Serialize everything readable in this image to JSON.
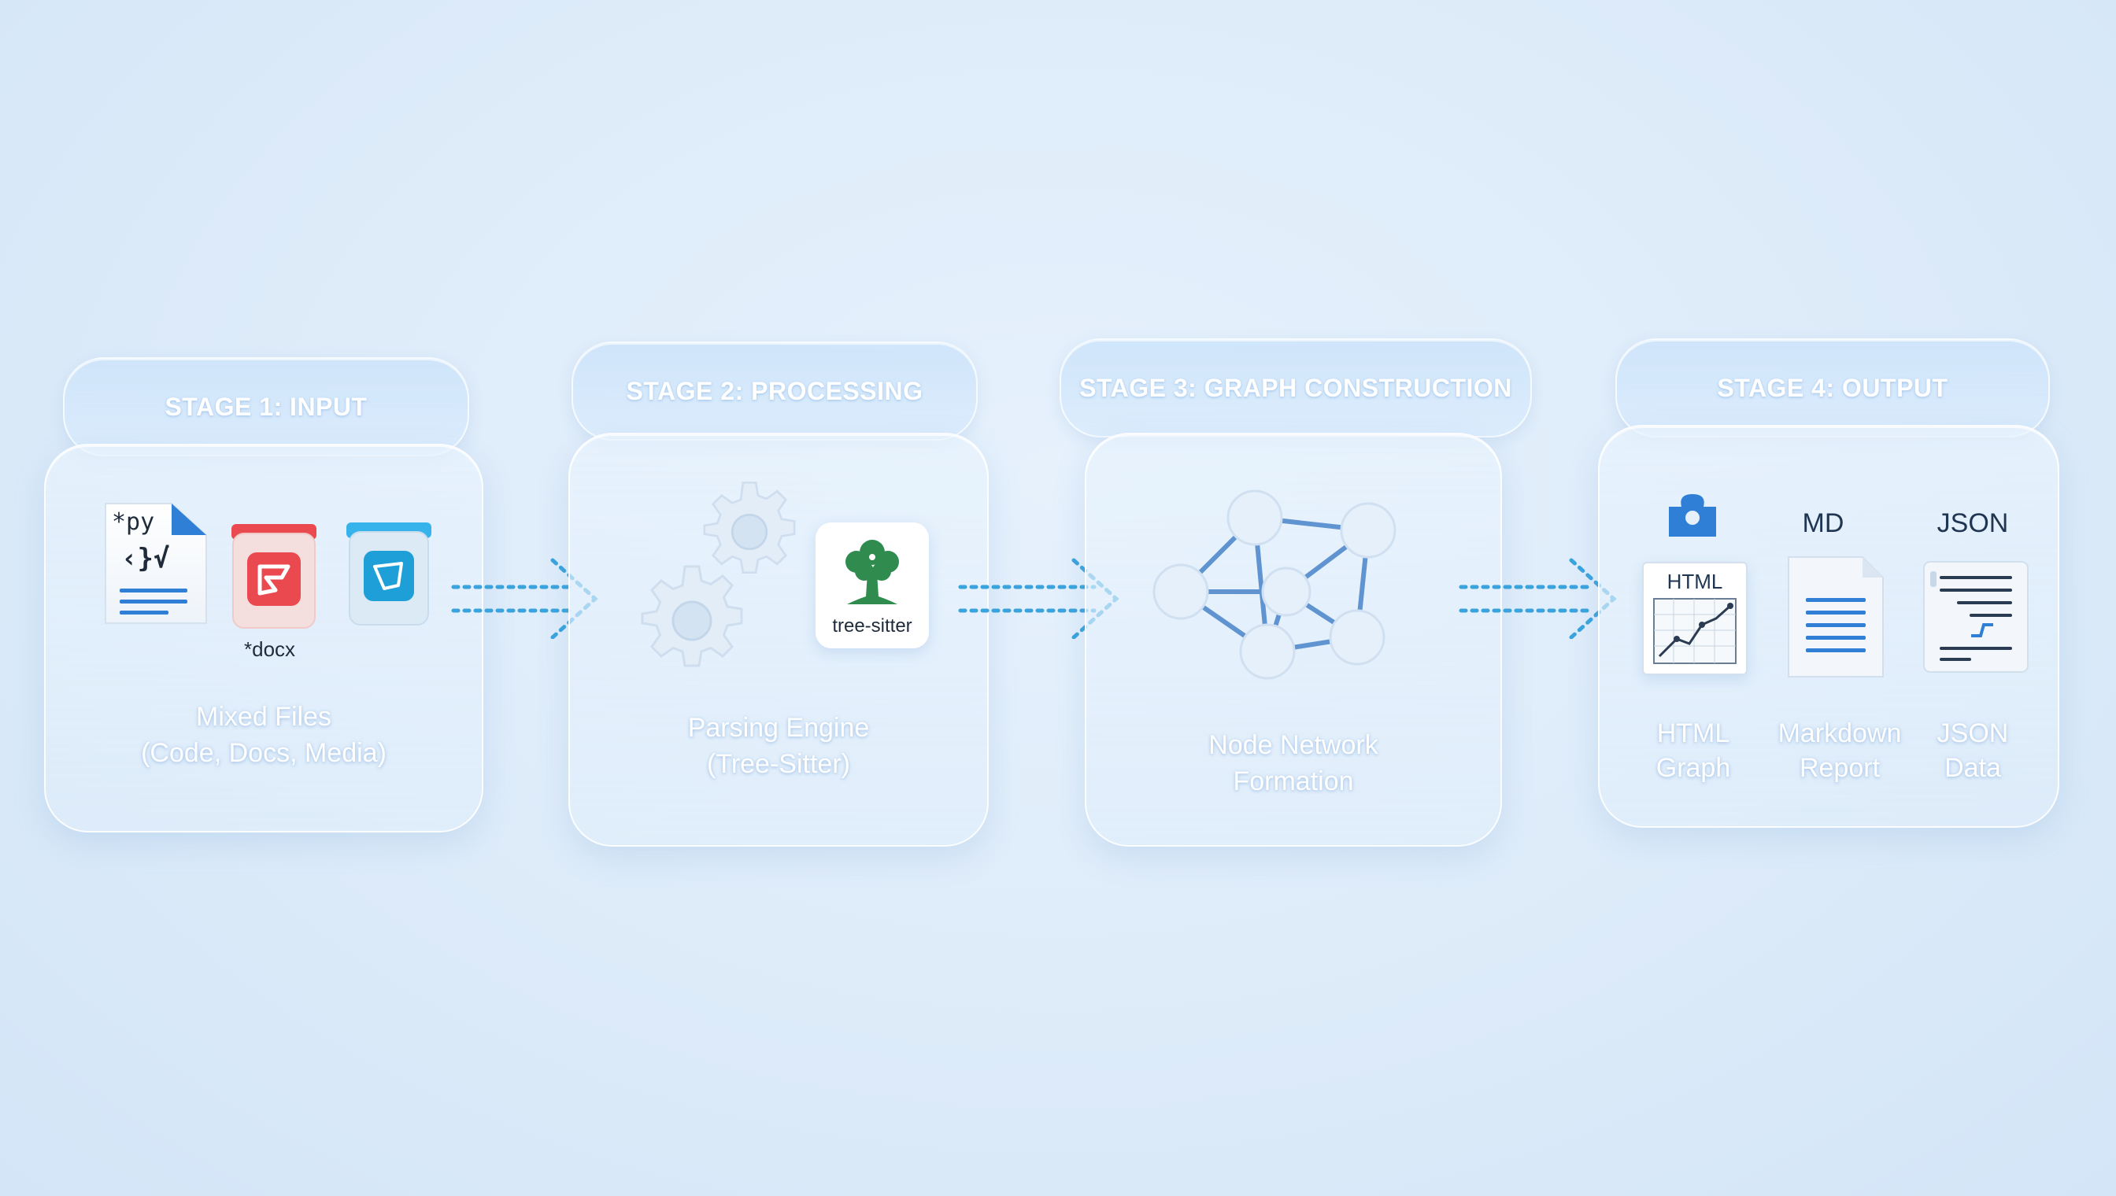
{
  "stages": [
    {
      "label": "STAGE 1: INPUT",
      "caption": [
        "Mixed Files",
        "(Code, Docs, Media)"
      ],
      "file_labels": {
        "py": "*py",
        "code": "‹}√",
        "docx": "*docx"
      }
    },
    {
      "label": "STAGE 2: PROCESSING",
      "caption": [
        "Parsing Engine",
        "(Tree-Sitter)"
      ],
      "logo_text": "tree-sitter"
    },
    {
      "label": "STAGE 3: GRAPH CONSTRUCTION",
      "caption": [
        "Node Network",
        "Formation"
      ]
    },
    {
      "label": "STAGE 4: OUTPUT",
      "outputs": [
        {
          "top": "",
          "badge": "HTML",
          "caption": [
            "HTML",
            "Graph"
          ]
        },
        {
          "top": "MD",
          "badge": "",
          "caption": [
            "Markdown",
            "Report"
          ]
        },
        {
          "top": "JSON",
          "badge": "",
          "caption": [
            "JSON",
            "Data"
          ]
        }
      ]
    }
  ],
  "colors": {
    "arrow": "#3aa3dc",
    "tree_green": "#2f8c4e",
    "doc_blue": "#2f7fd6",
    "red_icon": "#ea4a4f",
    "teal_icon": "#1e9fd8",
    "node_stroke": "#5f94d1"
  },
  "icons": [
    "python-file-icon",
    "red-file-icon",
    "blue-file-icon",
    "gear-icon",
    "tree-sitter-logo",
    "network-graph-icon",
    "html-chart-icon",
    "markdown-doc-icon",
    "json-doc-icon",
    "flow-arrow-icon"
  ]
}
